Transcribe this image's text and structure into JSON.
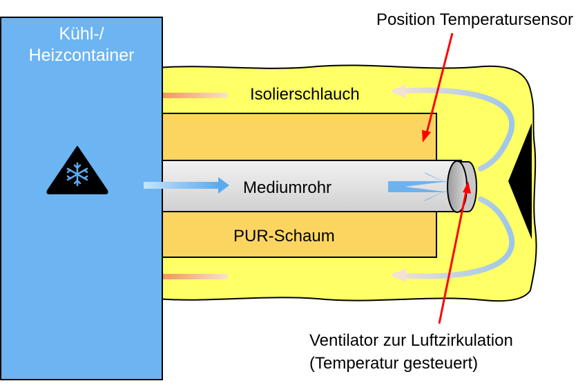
{
  "labels": {
    "container": [
      "Kühl-/",
      "Heizcontainer"
    ],
    "sensor_position": "Position Temperatursensor",
    "insulation_hose": "Isolierschlauch",
    "medium_pipe": "Mediumrohr",
    "pur_foam": "PUR-Schaum",
    "fan": [
      "Ventilator zur Luftzirkulation",
      "(Temperatur gesteuert)"
    ]
  },
  "colors": {
    "container": "#6cb4f2",
    "insulation_hose": "#ffff66",
    "pur_foam": "#fcd560",
    "pipe": "#e4e4e4",
    "pointer_arrow": "#ff0000",
    "heat_arrow": "#e8722a",
    "flow_arrow": "#5aaaf0",
    "outline": "#000000"
  },
  "icons": {
    "container_symbol": "snowflake-warning-icon"
  }
}
